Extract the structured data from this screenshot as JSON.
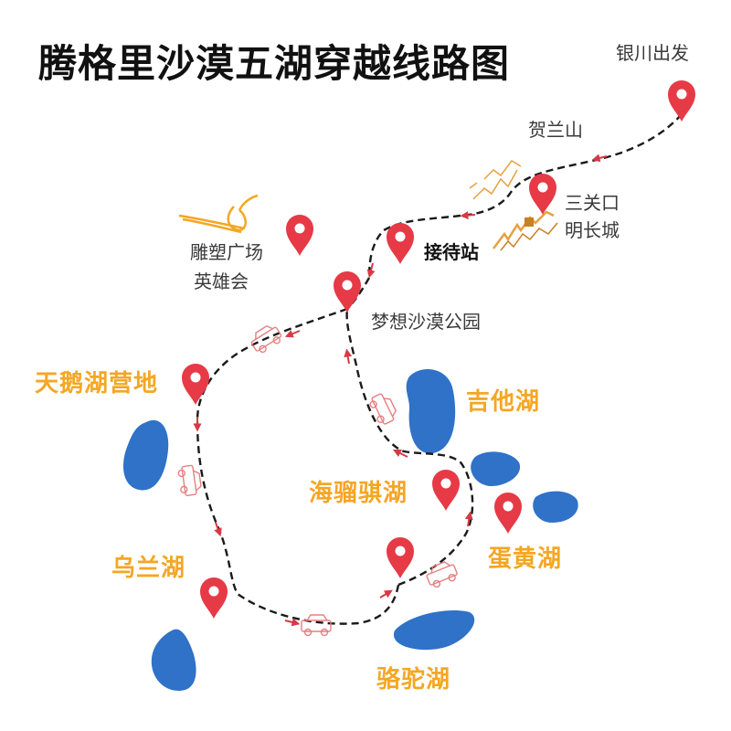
{
  "title": "腾格里沙漠五湖穿越线路图",
  "start_label": "银川出发",
  "places": {
    "helan": "贺兰山",
    "sanguankou_1": "三关口",
    "sanguankou_2": "明长城",
    "sculpture_1": "雕塑广场",
    "sculpture_2": "英雄会",
    "reception": "接待站",
    "dream_park": "梦想沙漠公园"
  },
  "lakes": {
    "tiane": "天鹅湖营地",
    "jita": "吉他湖",
    "hailiuqi": "海骝骐湖",
    "danhuang": "蛋黄湖",
    "wulan": "乌兰湖",
    "luotuo": "骆驼湖"
  },
  "colors": {
    "pin": "#e63a46",
    "lake_water": "#2f72c8",
    "lake_label": "#f5a623",
    "route": "#1a1a1a"
  }
}
